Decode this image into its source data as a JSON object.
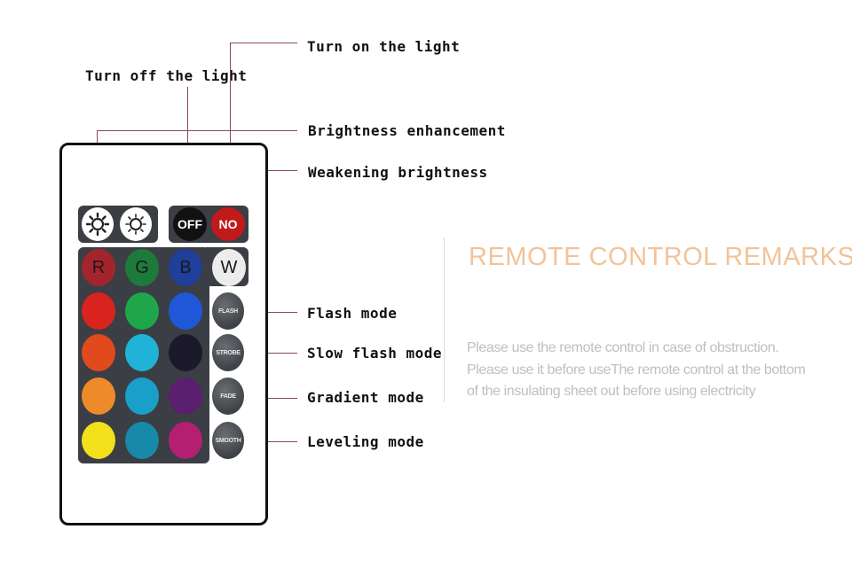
{
  "callouts": {
    "turn_on": "Turn on the light",
    "turn_off": "Turn off the light",
    "brightness_up": "Brightness enhancement",
    "brightness_down": "Weakening brightness",
    "flash": "Flash mode",
    "slow_flash": "Slow flash mode",
    "gradient": "Gradient mode",
    "leveling": "Leveling mode"
  },
  "remote": {
    "off_label": "OFF",
    "on_label": "NO",
    "r_label": "R",
    "g_label": "G",
    "b_label": "B",
    "w_label": "W",
    "flash_label": "FLASH",
    "strobe_label": "STROBE",
    "fade_label": "FADE",
    "smooth_label": "SMOOTH",
    "colors": {
      "row0": [
        "#a3252b",
        "#1e7a3a",
        "#1f3f9a",
        "#e9e9e9"
      ],
      "row1": [
        "#d8231f",
        "#1fa64a",
        "#1f57d9"
      ],
      "row2": [
        "#e04a1d",
        "#1fb3d8",
        "#1c1a2a"
      ],
      "row3": [
        "#ee8a2a",
        "#1a9fc8",
        "#5a1f6e"
      ],
      "row4": [
        "#f2e11a",
        "#168aa8",
        "#b51f72"
      ]
    }
  },
  "remarks": {
    "title": "REMOTE CONTROL REMARKS",
    "line1": "Please use the remote control in case of obstruction.",
    "line2": "Please use it before useThe remote control at the bottom",
    "line3": "of the insulating sheet out before using electricity"
  }
}
